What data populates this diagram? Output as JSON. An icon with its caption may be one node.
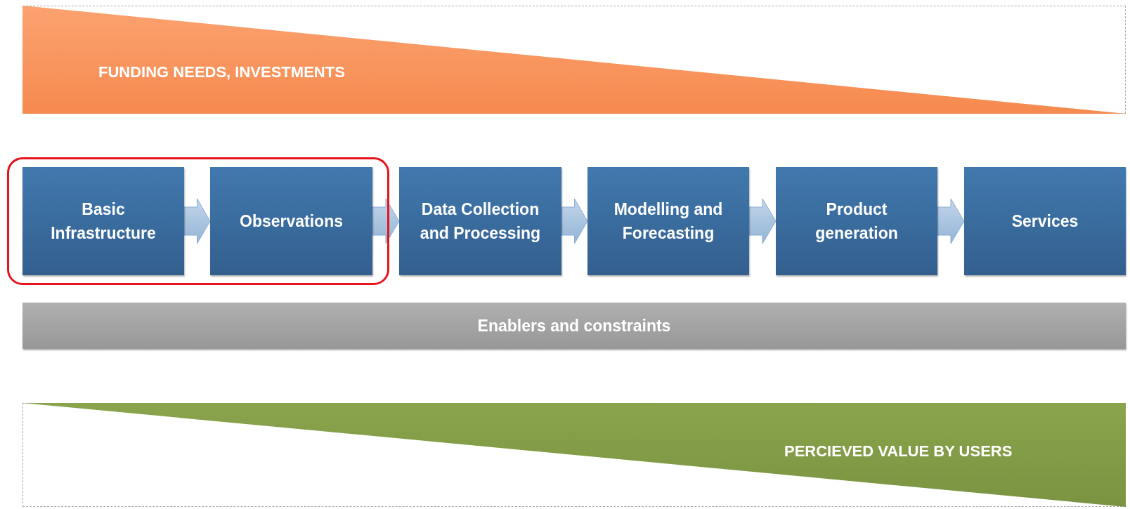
{
  "diagram": {
    "nodes": [
      {
        "text": [
          "FUNDING NEEDS, INVESTMENTS"
        ]
      },
      {
        "text": [],
        "shape": "box"
      },
      {
        "text": [
          "Basic Infrastructure"
        ],
        "in": 1
      },
      {
        "text": [
          "Observations"
        ],
        "in": 1
      },
      {
        "text": [
          "Data Collection and Processing"
        ]
      },
      {
        "text": [
          "Modelling and Forecasting"
        ]
      },
      {
        "text": [
          "Product generation"
        ]
      },
      {
        "text": [
          "Services"
        ]
      },
      {
        "text": [
          "Enablers and constraints"
        ]
      },
      {
        "text": [
          "PERCIEVED VALUE BY USERS"
        ]
      }
    ],
    "edges": [
      {
        "from": 2,
        "to": 3,
        "arrow": "to"
      },
      {
        "from": 3,
        "to": 4,
        "arrow": "to"
      },
      {
        "from": 4,
        "to": 5,
        "arrow": "to"
      },
      {
        "from": 5,
        "to": 6,
        "arrow": "to"
      },
      {
        "from": 6,
        "to": 7,
        "arrow": "to"
      }
    ]
  }
}
